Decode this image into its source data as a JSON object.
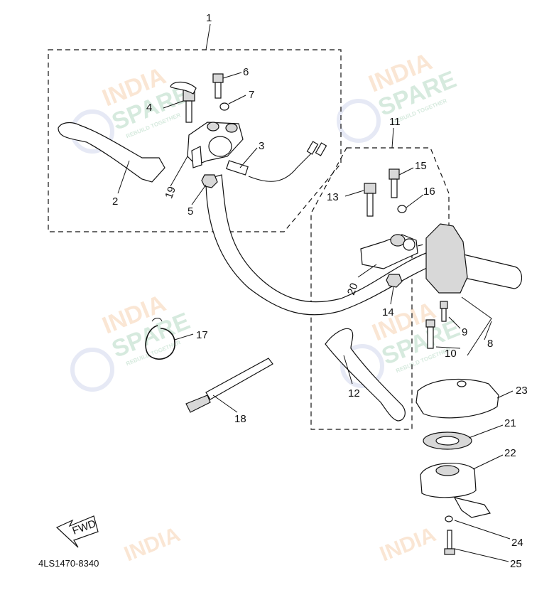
{
  "diagram": {
    "catalog_number": "4LS1470-8340",
    "fwd_label": "FWD",
    "callouts": [
      "1",
      "2",
      "3",
      "4",
      "5",
      "6",
      "7",
      "8",
      "9",
      "10",
      "11",
      "12",
      "13",
      "14",
      "15",
      "16",
      "17",
      "18",
      "19",
      "20",
      "21",
      "22",
      "23",
      "24",
      "25"
    ],
    "watermark": {
      "word1": "INDIA",
      "word2": "SPARE",
      "tagline": "REBUILD TOGETHER",
      "colors": {
        "india": "#f0a868",
        "spare": "#6fb58a",
        "wrench": "#9aa6d8"
      }
    }
  }
}
